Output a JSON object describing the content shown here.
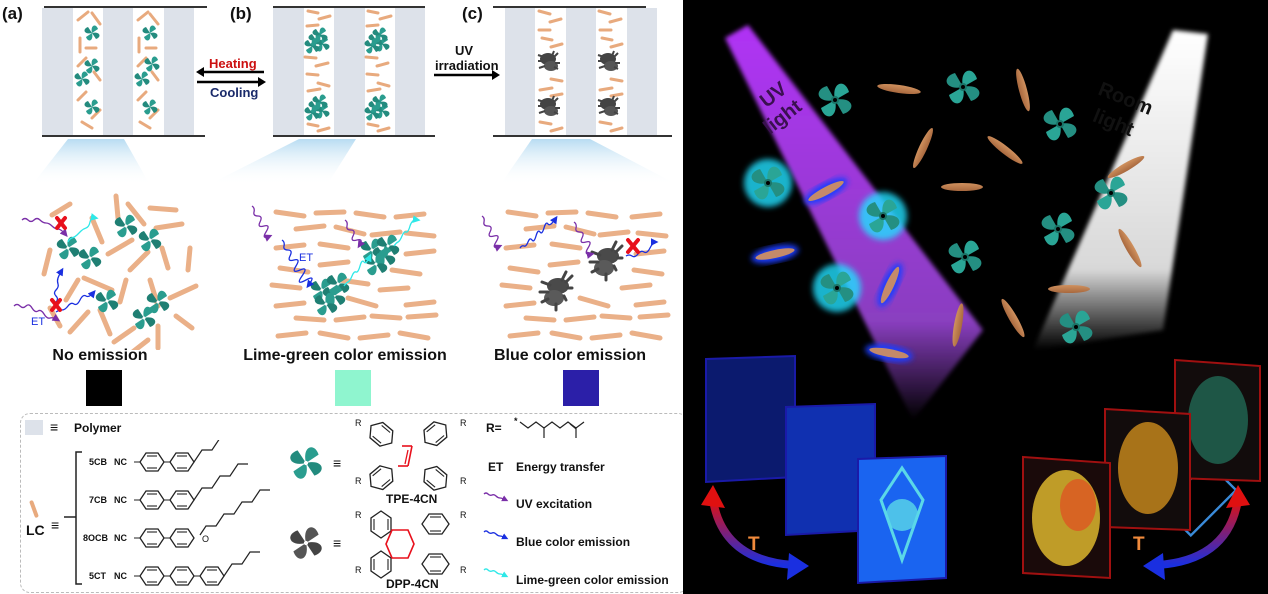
{
  "panels": {
    "a": {
      "label": "(a)",
      "caption": "No emission",
      "swatch_color": "#000000"
    },
    "b": {
      "label": "(b)",
      "caption": "Lime-green color emission",
      "swatch_color": "#8ff5cf"
    },
    "c": {
      "label": "(c)",
      "caption": "Blue color emission",
      "swatch_color": "#2b1fa8"
    }
  },
  "transitions": {
    "heating": "Heating",
    "cooling": "Cooling",
    "uv_line1": "UV",
    "uv_line2": "irradiation"
  },
  "annotations": {
    "et": "ET"
  },
  "legend": {
    "polymer": "Polymer",
    "equiv": "≡",
    "lc": "LC",
    "lc_compounds": [
      "5CB",
      "7CB",
      "8OCB",
      "5CT"
    ],
    "nc": "NC",
    "oxygen": "O",
    "tpe": "TPE-4CN",
    "dpp": "DPP-4CN",
    "r_label": "R=",
    "r_atom": "R",
    "star": "*",
    "et_abbr": "ET",
    "et_text": "Energy transfer",
    "uv_excitation": "UV excitation",
    "blue_emission": "Blue color emission",
    "lime_emission": "Lime-green color emission"
  },
  "colors": {
    "uv_arrow": "#7a2fa8",
    "blue_arrow": "#1a2fe0",
    "lime_arrow": "#2ee8e8",
    "heating": "#cc1010",
    "cooling": "#1a2a6a",
    "teal": "#2aa596",
    "rod": "#e8aa7e",
    "cross": "#e8101c",
    "uv_beam": "#a03ae8",
    "t_label": "#f08a3c"
  },
  "scene": {
    "uv_light": [
      "UV",
      "light"
    ],
    "room_light": [
      "Room",
      "light"
    ],
    "t_label": "T"
  }
}
